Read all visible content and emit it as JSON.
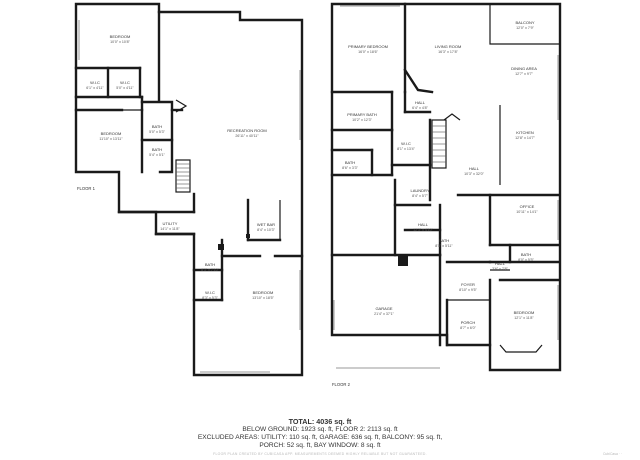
{
  "floor1": {
    "label": "FLOOR 1",
    "rooms": [
      {
        "key": "bedroom_1",
        "name": "BEDROOM",
        "dims": "10'0\" x 10'8\""
      },
      {
        "key": "wic_1",
        "name": "W.I.C",
        "dims": "6'1\" x 4'11\""
      },
      {
        "key": "wic_2",
        "name": "W.I.C",
        "dims": "5'0\" x 4'11\""
      },
      {
        "key": "bedroom_2",
        "name": "BEDROOM",
        "dims": "11'10\" x 13'11\""
      },
      {
        "key": "bath_1",
        "name": "BATH",
        "dims": "5'0\" x 5'3\""
      },
      {
        "key": "bath_2",
        "name": "BATH",
        "dims": "5'4\" x 5'1\""
      },
      {
        "key": "recreation",
        "name": "RECREATION ROOM",
        "dims": "26'11\" x 40'11\""
      },
      {
        "key": "utility",
        "name": "UTILITY",
        "dims": "14'1\" x 11'8\""
      },
      {
        "key": "wet_bar",
        "name": "WET BAR",
        "dims": "8'4\" x 10'3\""
      },
      {
        "key": "bath_3",
        "name": "BATH",
        "dims": "8'3\" x 7'10\""
      },
      {
        "key": "wic_3",
        "name": "W.I.C",
        "dims": "8'3\" x 5'3\""
      },
      {
        "key": "bedroom_3",
        "name": "BEDROOM",
        "dims": "13'10\" x 18'5\""
      }
    ]
  },
  "floor2": {
    "label": "FLOOR 2",
    "rooms": [
      {
        "key": "primary_bedroom",
        "name": "PRIMARY BEDROOM",
        "dims": "16'0\" x 18'6\""
      },
      {
        "key": "living_room",
        "name": "LIVING ROOM",
        "dims": "16'3\" x 17'8\""
      },
      {
        "key": "balcony",
        "name": "BALCONY",
        "dims": "12'0\" x 7'9\""
      },
      {
        "key": "dining_area",
        "name": "DINING AREA",
        "dims": "12'7\" x 9'7\""
      },
      {
        "key": "hall_1",
        "name": "HALL",
        "dims": "6'4\" x 4'8\""
      },
      {
        "key": "primary_bath",
        "name": "PRIMARY BATH",
        "dims": "10'2\" x 12'3\""
      },
      {
        "key": "kitchen",
        "name": "KITCHEN",
        "dims": "12'8\" x 14'7\""
      },
      {
        "key": "wic_4",
        "name": "W.I.C",
        "dims": "8'1\" x 13'4\""
      },
      {
        "key": "bath_4",
        "name": "BATH",
        "dims": "8'6\" x 3'3\""
      },
      {
        "key": "hall_2",
        "name": "HALL",
        "dims": "10'3\" x 32'0\""
      },
      {
        "key": "laundry",
        "name": "LAUNDRY",
        "dims": "8'4\" x 5'7\""
      },
      {
        "key": "office",
        "name": "OFFICE",
        "dims": "10'11\" x 14'1\""
      },
      {
        "key": "hall_3",
        "name": "HALL",
        "dims": "12'3\" x 4'10\""
      },
      {
        "key": "bath_5",
        "name": "BATH",
        "dims": "8'5\" x 5'11\""
      },
      {
        "key": "bath_6",
        "name": "BATH",
        "dims": "8'0\" x 5'5\""
      },
      {
        "key": "hall_4",
        "name": "HALL",
        "dims": "3'6\" x 7'8\""
      },
      {
        "key": "foyer",
        "name": "FOYER",
        "dims": "8'10\" x 9'5\""
      },
      {
        "key": "garage",
        "name": "GARAGE",
        "dims": "21'4\" x 37'1\""
      },
      {
        "key": "porch",
        "name": "PORCH",
        "dims": "8'7\" x 6'0\""
      },
      {
        "key": "bedroom_4",
        "name": "BEDROOM",
        "dims": "12'1\" x 11'8\""
      }
    ]
  },
  "summary": {
    "total": "TOTAL: 4036 sq. ft",
    "line1": "BELOW GROUND: 1923 sq. ft, FLOOR 2: 2113 sq. ft",
    "line2": "EXCLUDED AREAS: UTILITY: 110 sq. ft, GARAGE: 636 sq. ft, BALCONY: 95 sq. ft,",
    "line3": "PORCH: 52 sq. ft, BAY WINDOW: 8 sq. ft"
  },
  "disclaimer": "FLOOR PLAN CREATED BY CUBICASA APP. MEASUREMENTS DEEMED HIGHLY RELIABLE BUT NOT GUARANTEED.",
  "brand": "CubiCasa  ·  ·"
}
